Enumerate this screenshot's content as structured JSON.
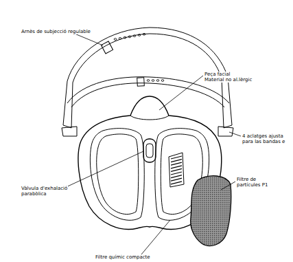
{
  "diagram": {
    "labels": [
      "Arnès de subjecció regulable",
      "Peça facial",
      "Material no al.lèrgic",
      "4 aclatges ajusta",
      "para las bandas e",
      "Vàlvula d'exhalació",
      "parabòlica",
      "Filtre de",
      "partícules P1",
      "Filtre químic compacte"
    ]
  }
}
